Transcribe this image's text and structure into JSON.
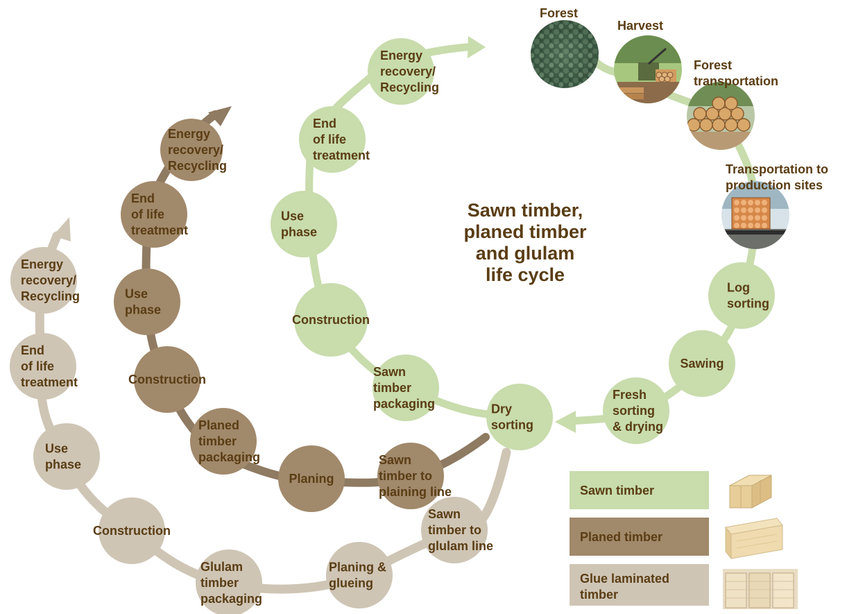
{
  "title": [
    "Sawn timber,",
    "planed timber",
    "and glulam",
    "life cycle"
  ],
  "colors": {
    "sawn": "#c8dcac",
    "sawn_line": "#c8dcac",
    "planed": "#a1896b",
    "planed_line": "#8f7a62",
    "glulam": "#cfc5b5",
    "glulam_line": "#cfc5b5",
    "text": "#5a3d14"
  },
  "sawn_nodes": [
    {
      "lines": [
        "Log",
        "sorting"
      ]
    },
    {
      "lines": [
        "Sawing"
      ]
    },
    {
      "lines": [
        "Fresh",
        "sorting",
        "& drying"
      ]
    },
    {
      "lines": [
        "Dry",
        "sorting"
      ]
    },
    {
      "lines": [
        "Sawn",
        "timber",
        "packaging"
      ]
    },
    {
      "lines": [
        "Construction"
      ]
    },
    {
      "lines": [
        "Use",
        "phase"
      ]
    },
    {
      "lines": [
        "End",
        "of life",
        "treatment"
      ]
    },
    {
      "lines": [
        "Energy",
        "recovery/",
        "Recycling"
      ]
    }
  ],
  "photo_nodes": [
    {
      "label": [
        "Forest"
      ],
      "icon": "forest-photo"
    },
    {
      "label": [
        "Harvest"
      ],
      "icon": "harvester-photo"
    },
    {
      "label": [
        "Forest",
        "transportation"
      ],
      "icon": "log-pile-photo"
    },
    {
      "label": [
        "Transportation to",
        "production sites"
      ],
      "icon": "timber-truck-photo"
    }
  ],
  "planed_nodes": [
    {
      "lines": [
        "Sawn",
        "timber to",
        "plaining line"
      ]
    },
    {
      "lines": [
        "Planing"
      ]
    },
    {
      "lines": [
        "Planed",
        "timber",
        "packaging"
      ]
    },
    {
      "lines": [
        "Construction"
      ]
    },
    {
      "lines": [
        "Use",
        "phase"
      ]
    },
    {
      "lines": [
        "End",
        "of life",
        "treatment"
      ]
    },
    {
      "lines": [
        "Energy",
        "recovery/",
        "Recycling"
      ]
    }
  ],
  "glulam_nodes": [
    {
      "lines": [
        "Sawn",
        "timber to",
        "glulam line"
      ]
    },
    {
      "lines": [
        "Planing &",
        "glueing"
      ]
    },
    {
      "lines": [
        "Glulam",
        "timber",
        "packaging"
      ]
    },
    {
      "lines": [
        "Construction"
      ]
    },
    {
      "lines": [
        "Use",
        "phase"
      ]
    },
    {
      "lines": [
        "End",
        "of life",
        "treatment"
      ]
    },
    {
      "lines": [
        "Energy",
        "recovery/",
        "Recycling"
      ]
    }
  ],
  "legend": [
    {
      "label": "Sawn timber",
      "icon": "sawn-timber-icon"
    },
    {
      "label": "Planed timber",
      "icon": "planed-timber-icon"
    },
    {
      "label": "Glue laminated timber",
      "lines": [
        "Glue laminated",
        "timber"
      ],
      "icon": "glulam-timber-icon"
    }
  ]
}
